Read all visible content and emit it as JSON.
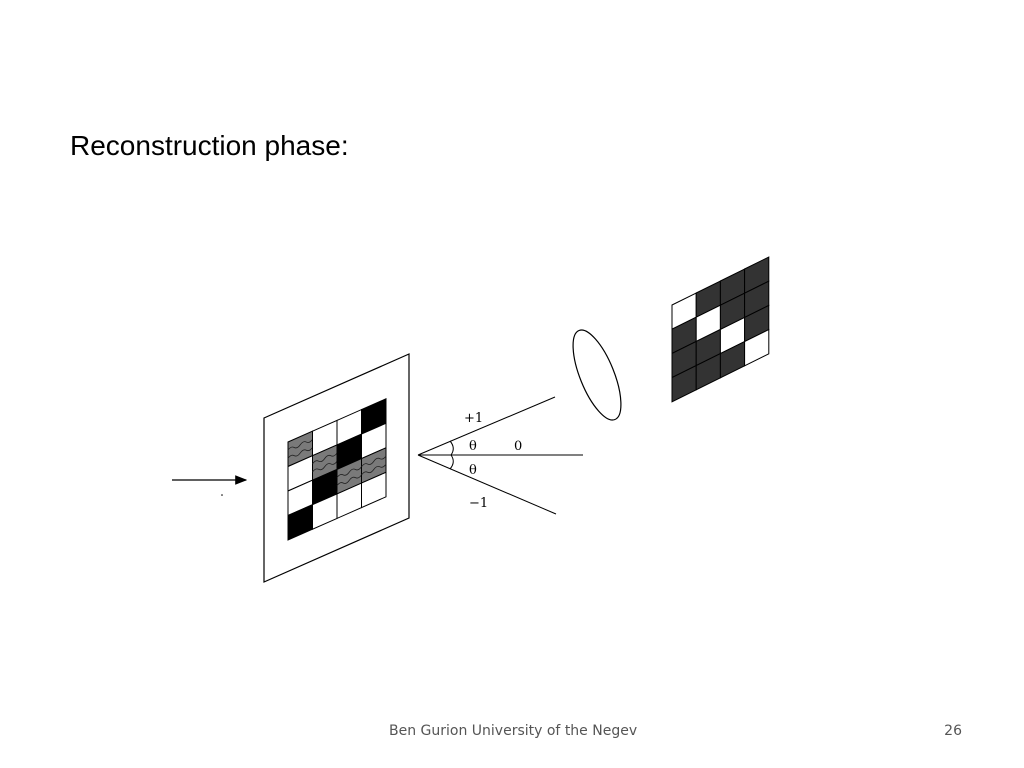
{
  "slide": {
    "title": "Reconstruction phase:",
    "footer": "Ben Gurion University of the Negev",
    "page_number": "26"
  },
  "diagram": {
    "labels": {
      "plus_one": "+1",
      "zero": "0",
      "minus_one": "−1",
      "theta_top": "θ",
      "theta_bottom": "θ"
    },
    "hologram_grid": [
      [
        "gray",
        "white",
        "white",
        "black"
      ],
      [
        "white",
        "gray",
        "black",
        "white"
      ],
      [
        "white",
        "black",
        "gray",
        "gray"
      ],
      [
        "black",
        "white",
        "white",
        "white"
      ]
    ],
    "output_grid": [
      [
        "white",
        "dark",
        "dark",
        "dark"
      ],
      [
        "dark",
        "white",
        "dark",
        "dark"
      ],
      [
        "dark",
        "dark",
        "white",
        "dark"
      ],
      [
        "dark",
        "dark",
        "dark",
        "white"
      ]
    ],
    "colors": {
      "black": "#000000",
      "gray": "#7a7a7a",
      "white": "#ffffff",
      "dark": "#333333"
    }
  }
}
